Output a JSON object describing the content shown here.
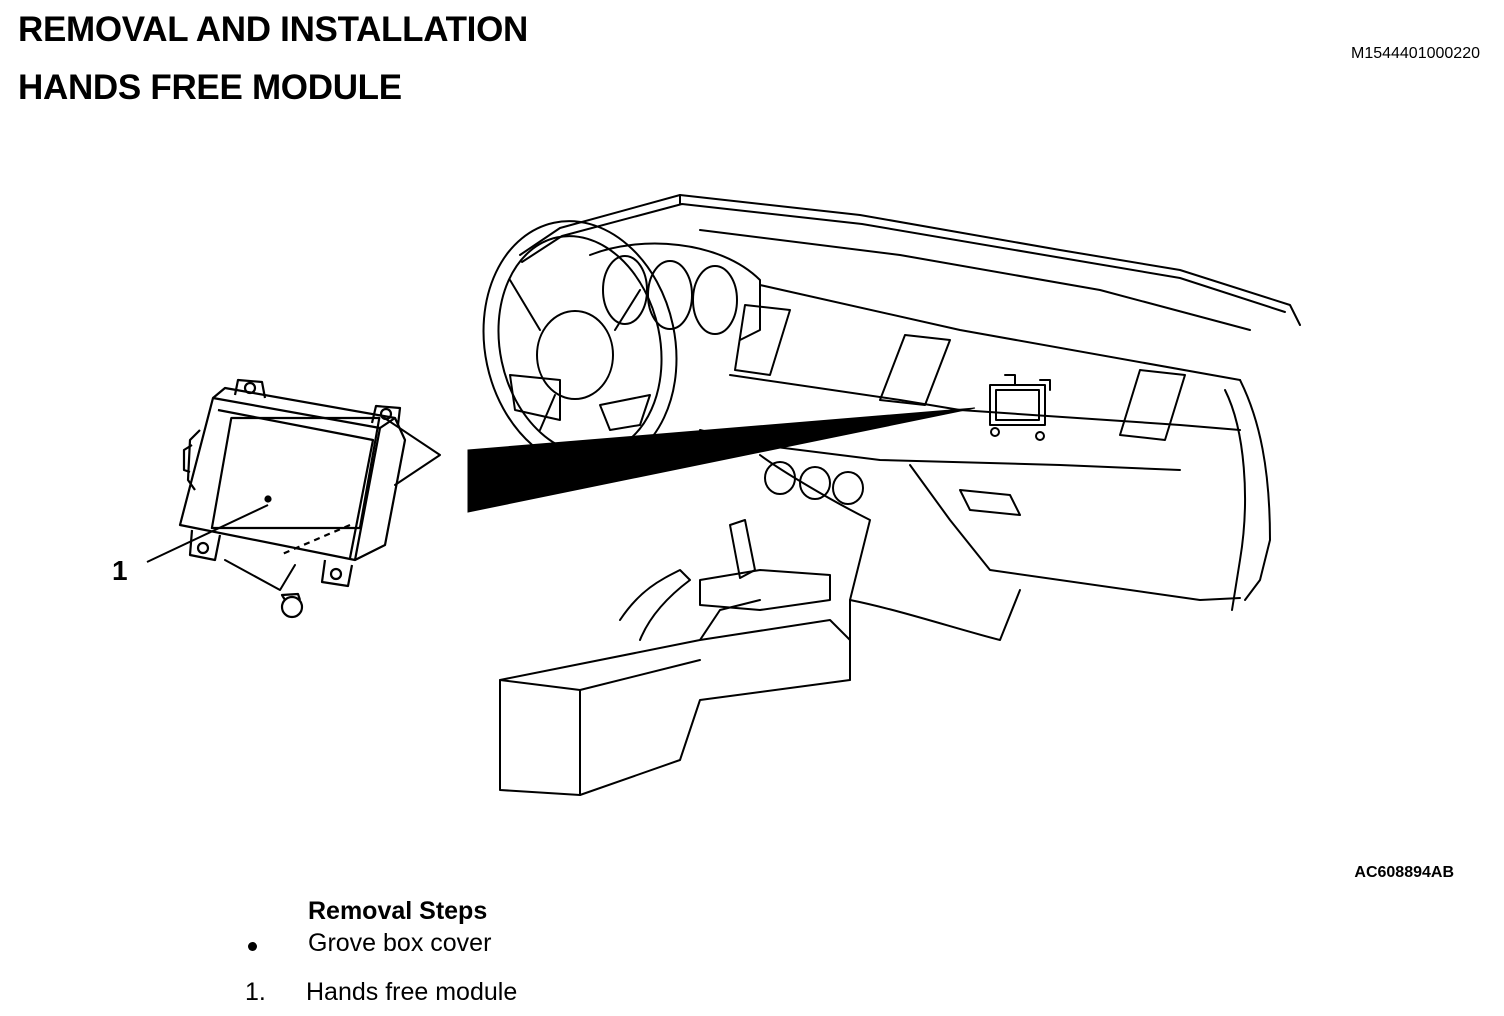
{
  "document": {
    "title_line1": "REMOVAL AND INSTALLATION",
    "title_line2": "HANDS FREE MODULE",
    "doc_id": "M1544401000220",
    "figure_id": "AC608894AB"
  },
  "illustration": {
    "callout_label": "1",
    "description_icon": "dashboard-hands-free-module-illustration"
  },
  "removal_steps": {
    "heading": "Removal Steps",
    "items": [
      {
        "marker": "●",
        "label": "Grove box cover"
      },
      {
        "marker": "1.",
        "label": "Hands free module"
      }
    ]
  }
}
